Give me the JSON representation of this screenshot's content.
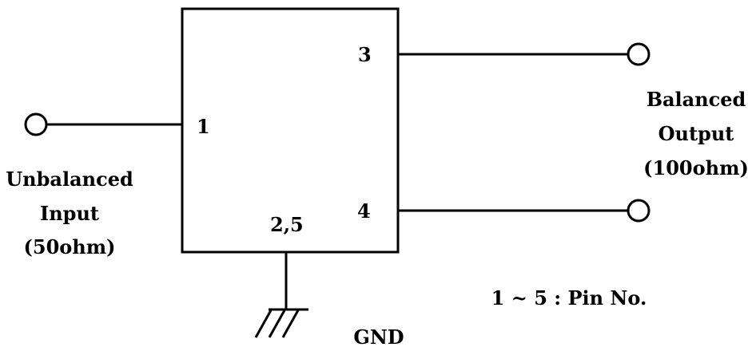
{
  "pins": {
    "p1": "1",
    "p3": "3",
    "p4": "4",
    "p25": "2,5"
  },
  "input": {
    "line1": "Unbalanced",
    "line2": "Input",
    "line3": "(50ohm)"
  },
  "output": {
    "line1": "Balanced",
    "line2": "Output",
    "line3": "(100ohm)"
  },
  "legend": "1 ~ 5 : Pin No.",
  "ground": "GND"
}
